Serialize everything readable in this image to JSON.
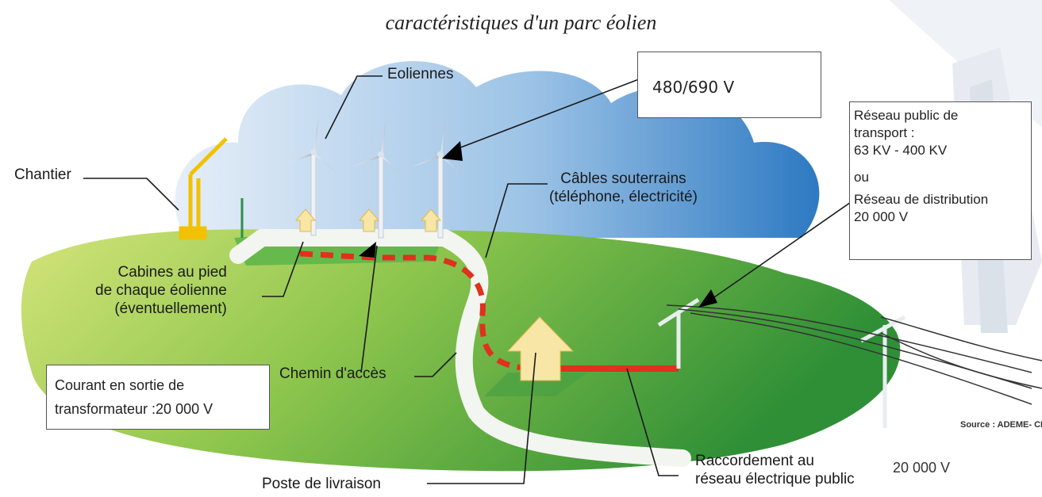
{
  "title": "caractéristiques d'un parc éolien",
  "labels": {
    "eoliennes": "Eoliennes",
    "chantier": "Chantier",
    "cables_line1": "Câbles souterrains",
    "cables_line2": "(téléphone, électricité)",
    "cabines_line1": "Cabines au pied",
    "cabines_line2": "de chaque éolienne",
    "cabines_line3": "(éventuellement)",
    "chemin": "Chemin d'accès",
    "poste": "Poste de livraison",
    "raccordement_line1": "Raccordement au",
    "raccordement_line2": "réseau électrique public",
    "source": "Source : ADEME- CERES"
  },
  "boxes": {
    "voltage_turbine": "480/690 V",
    "reseau_line1": "Réseau public de",
    "reseau_line2": "transport :",
    "reseau_line3": "63 KV - 400 KV",
    "reseau_line4": "ou",
    "reseau_line5": "Réseau de distribution",
    "reseau_line6": "20 000 V",
    "courant_line1": "Courant en sortie de",
    "courant_line2": "transformateur :20 000 V",
    "voltage_bottom": "20 000 V"
  },
  "colors": {
    "sky_light": "#d9e6f4",
    "sky_dark": "#2f7cc4",
    "hill_light": "#c9de6a",
    "hill_dark": "#3f9a38",
    "road": "#f4f6f2",
    "cable": "#e0301e",
    "house": "#f7e6a6",
    "crane": "#f2c100"
  }
}
